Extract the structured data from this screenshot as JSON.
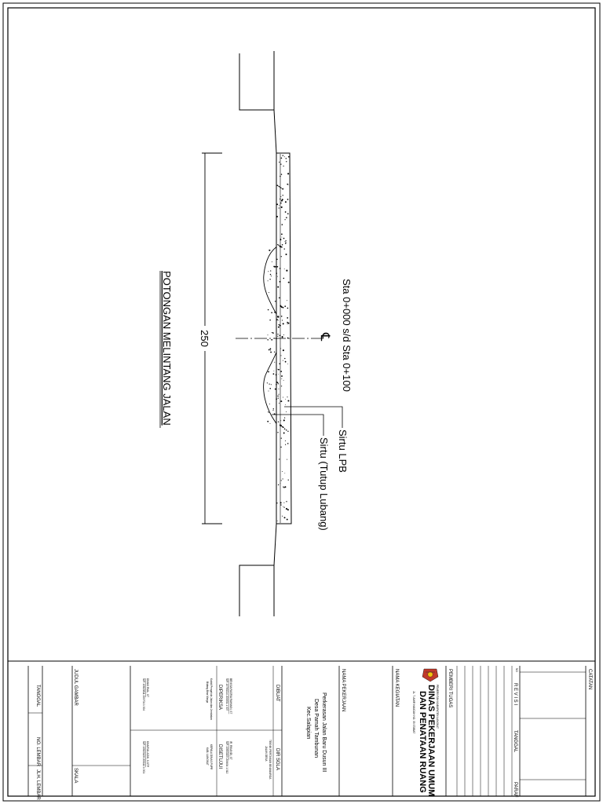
{
  "drawing": {
    "station_label": "Sta 0+000 s/d Sta 0+100",
    "layer_top_label": "Sirtu LPB",
    "layer_bottom_label": "Sirtu (Tutup Lubang)",
    "dimension_label": "250",
    "centerline_symbol": "℄",
    "section_title": "POTONGAN MELINTANG JALAN"
  },
  "title_block": {
    "catatan": "CATATAN",
    "revisi_header": {
      "no": "NO",
      "revisi": "R E V I S I",
      "tanggal": "TANGGAL",
      "paraf": "PARAF"
    },
    "pemberi_tugas": "PEMBERI TUGAS",
    "agency": {
      "gov": "PEMERINTAH KABUPATEN LANGKAT",
      "line1": "DINAS PEKERJAAN UMUM",
      "line2": "DAN PENATAAN RUANG",
      "address": "JL. T. AMIR HAMZAH NO. 33 STABAT"
    },
    "nama_kegiatan": "NAMA KEGIATAN",
    "nama_pekerjaan": "NAMA PEKERJAAN",
    "project": {
      "line1": "Perkerasan Jalan Baru Dusun III",
      "line2": "Desa Pamah Tambunan",
      "line3": "Kec.Salapian"
    },
    "dibuat": "DIBUAT",
    "dir_sgla": "DIR SGLA",
    "sign_right_top": [
      "TEKNIK PERTANIAN BINAMARGA",
      "JALAN DESA"
    ],
    "sign_left_top": [
      "BENISIA FAGRIA RAHMAN, ST",
      "NIP. 19780214 200801 1 007"
    ],
    "diperiksa": "DIPERIKSA",
    "disetujui": "DISETUJUI",
    "sign_right_mid": [
      "IR. RIKANDI, ST",
      "NIP. 19800105 200604 1 012"
    ],
    "sign_left_mid": [
      "Kabid Pengelola Jalan dan Jembatan",
      "Bidang Bina Marga"
    ],
    "sign_right_low": [
      "KEPALA DINAS PUPR",
      "KAB. LANGKAT"
    ],
    "sign_left_bottom": [
      "DIMAS RIAL, ST",
      "NIP. 19820811 200701 1 004"
    ],
    "sign_right_bottom": [
      "KHAIRUL AZMI, S.STP",
      "NIP. 19820128 200112 1 001"
    ],
    "judul_gambar": "JUDUL GAMBAR",
    "skala": "SKALA",
    "tanggal": "TANGGAL",
    "no_lembar": "NO. LEMBAR",
    "jml_lembar": "JLH. LEMBAR"
  }
}
